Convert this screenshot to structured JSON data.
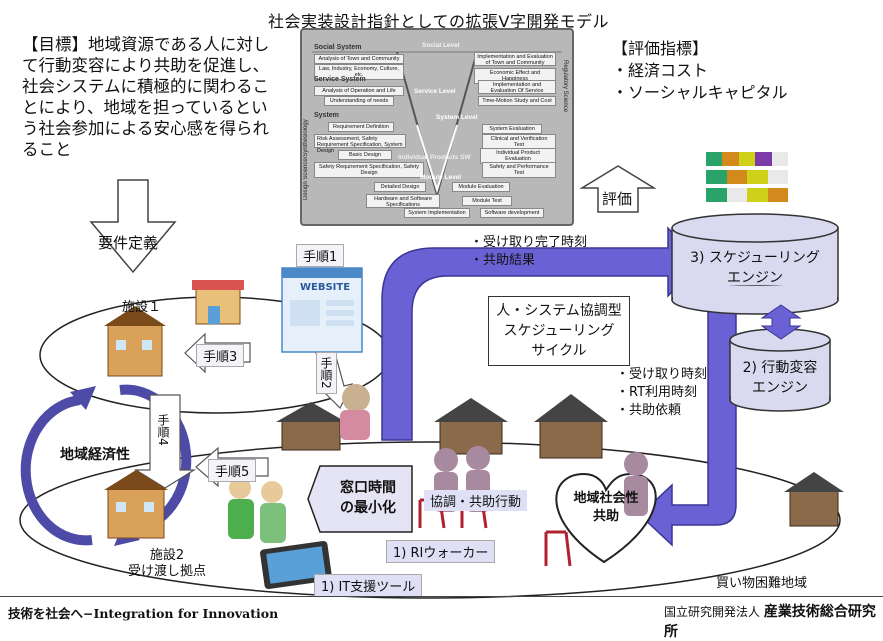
{
  "title": "社会実装設計指針としての拡張V字開発モデル",
  "goal_text": "【目標】地域資源である人に対して行動変容により共助を促進し、社会システムに積極的に関わることにより、地域を担っているという社会参加による安心感を得られること",
  "eval_heading": "【評価指標】",
  "eval_items": [
    "・経済コスト",
    "・ソーシャルキャピタル"
  ],
  "requirements_label": "要件定義",
  "evaluation_label": "評価",
  "vmodel": {
    "level_social": "Social Level",
    "level_service": "Service Level",
    "level_system": "System Level",
    "level_module": "Module Level",
    "label_social_system": "Social System",
    "label_service_system": "Service System",
    "label_system": "System",
    "side_left": "Design Science/Synthesiology",
    "side_right": "Regulatory Science",
    "product": "Individual Products SW",
    "box_analysis_town": "Analysis of Town and Community",
    "box_law": "Law, Industry, Economy, Culture, etc.",
    "box_analysis_operation": "Analysis of Operation and Life",
    "box_understanding": "Understanding of needs",
    "box_requirement": "Requirement Definition",
    "box_risk": "Risk Assessment, Safety Requirement Specification, System Design",
    "box_safety_spec": "Safety Requirement Specification, Safety Design",
    "box_basic": "Basic Design",
    "box_detailed": "Detailed Design",
    "box_hw_sw": "Hardware and Software Specifications",
    "box_implementation": "System Implementation",
    "box_impl_eval_town": "Implementation and Evaluation of Town and Community",
    "box_economic": "Economic Effect and Happiness",
    "box_impl_eval_service": "Implementation and Evaluation Of Service",
    "box_time_motion": "Time-Motion Study and Cost",
    "box_system_eval": "System Evaluation",
    "box_clinical": "Clinical and Verification Test",
    "box_indiv_eval": "Individual Product Evaluation",
    "box_safety_perf": "Safety and Performance Test",
    "box_module_eval": "Module Evaluation",
    "box_module_test": "Module Test",
    "box_sw_dev": "Software development"
  },
  "engine3": "3) スケジューリング\nエンジン",
  "engine2": "2) 行動変容\nエンジン",
  "cycle_box": "人・システム協調型\nスケジューリング\nサイクル",
  "arrow_top_notes": [
    "・受け取り完了時刻",
    "・共助結果"
  ],
  "arrow_right_notes": [
    "・受け取り時刻",
    "・RT利用時刻",
    "・共助依頼"
  ],
  "step1": "手順1",
  "step2": "手順2",
  "step3": "手順3",
  "step4": "手順4",
  "step5": "手順5",
  "website": "WEBSITE",
  "facility1": "施設１",
  "facility2": "施設2\n受け渡し拠点",
  "regional_economy": "地域経済性",
  "window_time": "窓口時間\nの最小化",
  "cooperation": "協調・共助行動",
  "community_help": "地域社会性\n共助",
  "ri_walker": "1) RIウォーカー",
  "it_tool": "1) IT支援ツール",
  "shopping_area": "買い物困難地域",
  "footer_left": "技術を社会へ−Integration for Innovation",
  "footer_org_small": "国立研究開発法人",
  "footer_org": "産業技術総合研究所",
  "colors": {
    "accent": "#6a62d4",
    "accent_dark": "#3b3596",
    "cylinder": "#d9daf0",
    "tag": "#dfe0f6"
  },
  "legend_bars": [
    [
      "#2aa36b",
      "#d38a1c",
      "#cfd01a",
      "#7b3aa8",
      "#e9e9e9"
    ],
    [
      "#2aa36b",
      "#d38a1c",
      "#cfd01a",
      "#e9e9e9"
    ],
    [
      "#2aa36b",
      "#e9e9e9",
      "#cfd01a",
      "#d38a1c"
    ]
  ]
}
